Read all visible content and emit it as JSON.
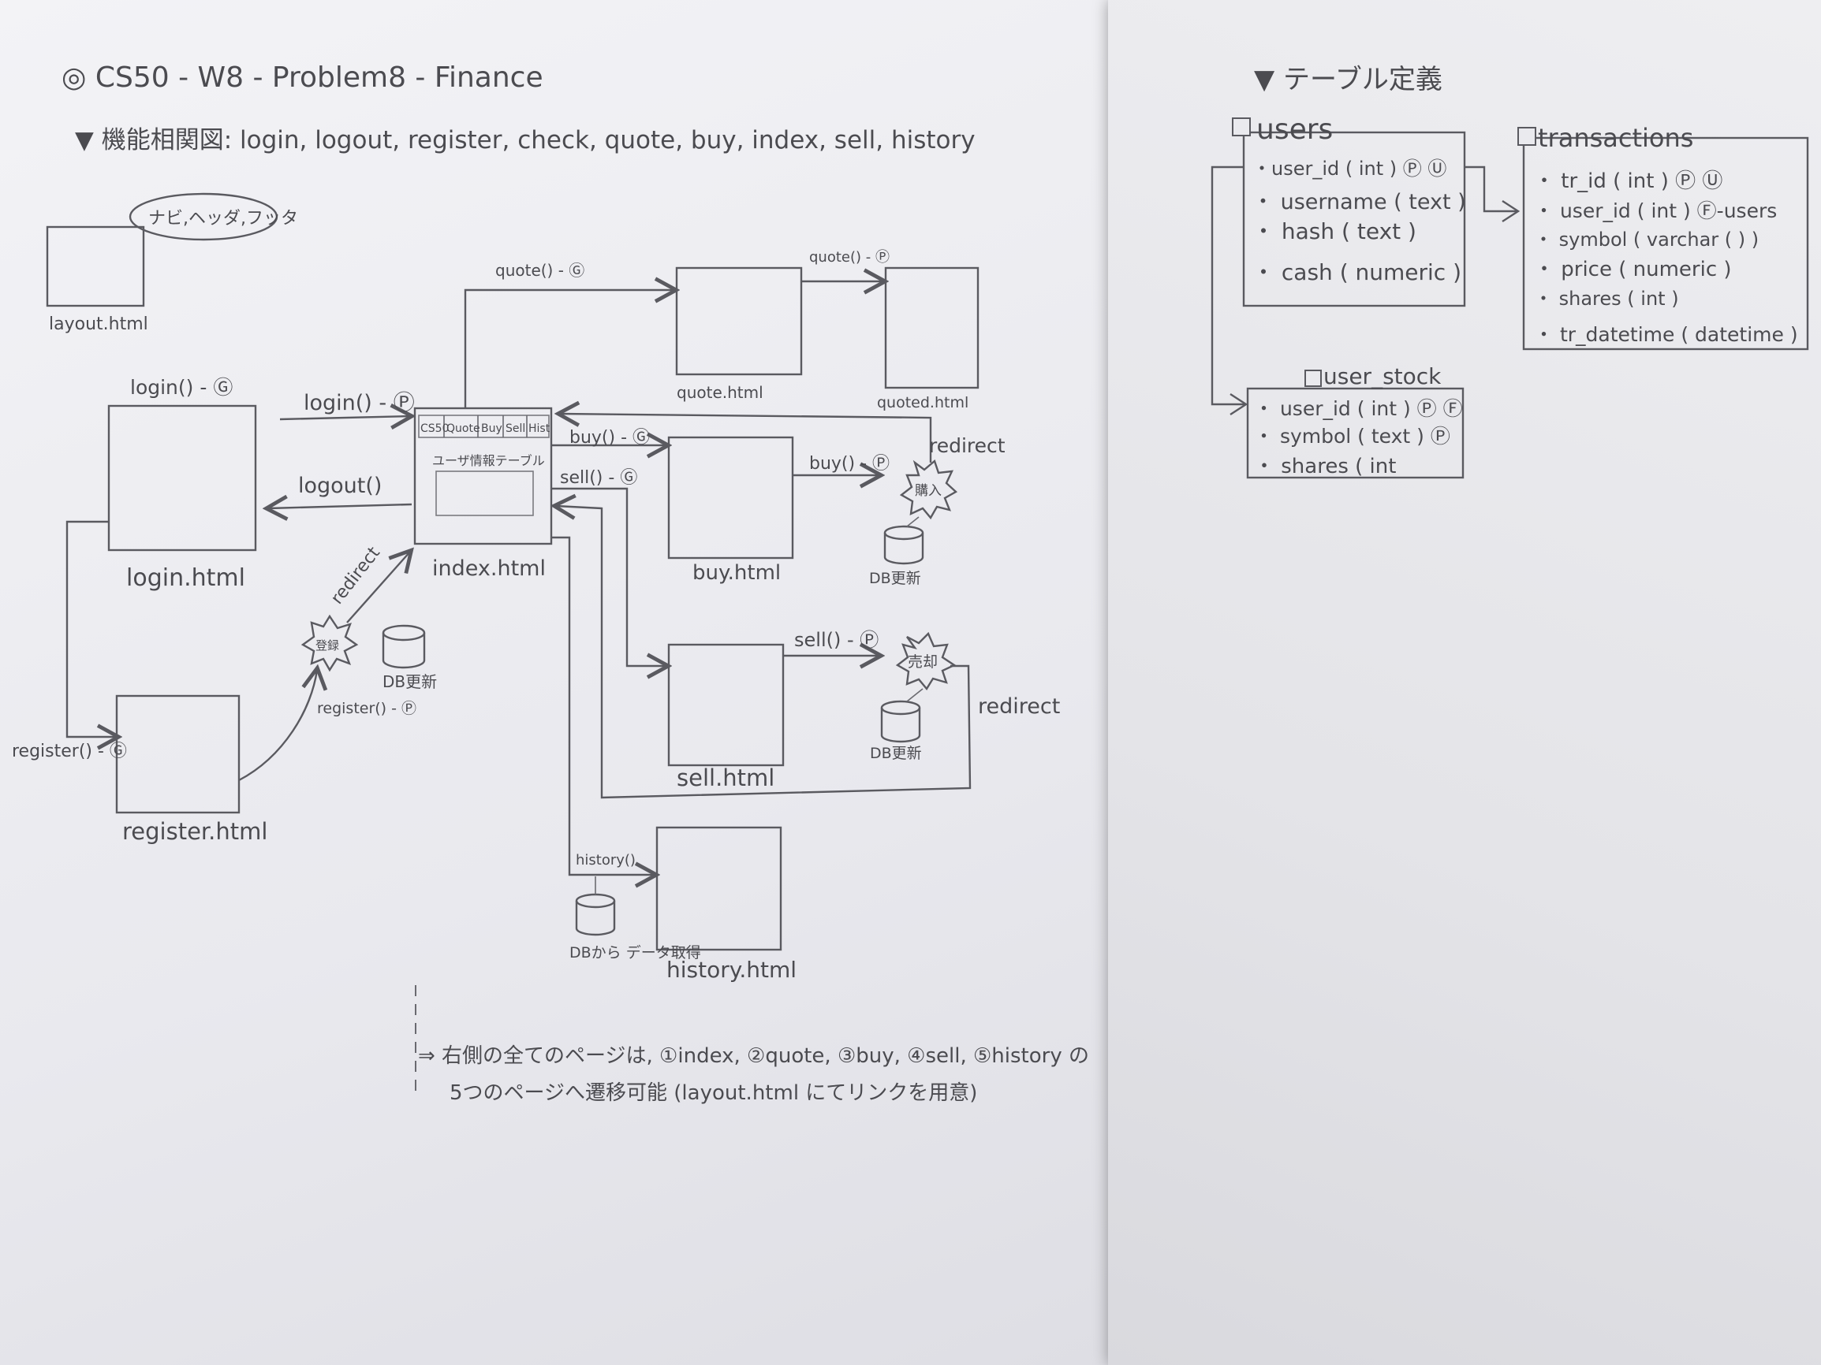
{
  "title": "◎ CS50 - W8 - Problem8 - Finance",
  "subtitle": "▼ 機能相関図: login, logout, register, check, quote, buy, index, sell, history",
  "layout": {
    "label": "layout.html",
    "note": "ナビ,ヘッダ,フッタ"
  },
  "pages": {
    "login": "login.html",
    "register": "register.html",
    "index": "index.html",
    "quote": "quote.html",
    "quoted": "quoted.html",
    "buy": "buy.html",
    "sell": "sell.html",
    "history": "history.html"
  },
  "index_nav": [
    "CS50",
    "Quote",
    "Buy",
    "Sell",
    "Hist"
  ],
  "index_table_label": "ユーザ情報テーブル",
  "routes": {
    "login_get": "login() - Ⓖ",
    "login_post": "login() - Ⓟ",
    "logout": "logout()",
    "register_get": "register() - Ⓖ",
    "register_post": "register() - Ⓟ",
    "quote_get": "quote() - Ⓖ",
    "quote_post": "quote() - Ⓟ",
    "buy_get": "buy() - Ⓖ",
    "buy_post": "buy() - Ⓟ",
    "sell_get": "sell() - Ⓖ",
    "sell_post": "sell() - Ⓟ",
    "history": "history()"
  },
  "redirects": {
    "register": "redirect",
    "buy": "redirect",
    "sell": "redirect"
  },
  "bursts": {
    "register": "登録",
    "buy": "購入",
    "sell": "売却"
  },
  "db_labels": {
    "register": "DB更新",
    "buy": "DB更新",
    "sell": "DB更新",
    "history": "DBから データ取得"
  },
  "footnote": {
    "line1": "⇒ 右側の全てのページは, ①index, ②quote, ③buy, ④sell, ⑤history の",
    "line2": "5つのページへ遷移可能 (layout.html にてリンクを用意)"
  },
  "tables_heading": "▼ テーブル定義",
  "tables": {
    "users": {
      "name": "users",
      "fields": [
        "・user_id ( int ) Ⓟ Ⓤ",
        "・ username ( text )",
        "・ hash ( text )",
        "・ cash ( numeric )"
      ]
    },
    "transactions": {
      "name": "transactions",
      "fields": [
        "・ tr_id  ( int )  Ⓟ Ⓤ",
        "・ user_id  ( int ) Ⓕ-users",
        "・ symbol  ( varchar (    ) )",
        "・ price  ( numeric )",
        "・ shares  ( int )",
        "・ tr_datetime ( datetime )"
      ]
    },
    "user_stock": {
      "name": "user_stock",
      "fields": [
        "・ user_id ( int ) Ⓟ Ⓕ",
        "・ symbol ( text ) Ⓟ",
        "・ shares ( int"
      ]
    }
  }
}
